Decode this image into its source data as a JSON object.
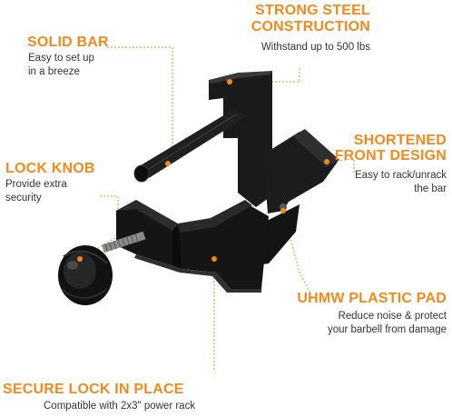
{
  "colors": {
    "accent": "#f08a1c",
    "text": "#333333",
    "metal": "#161616",
    "background": "#ffffff"
  },
  "callouts": {
    "solid_bar": {
      "title": "SOLID BAR",
      "desc": [
        "Easy to set up",
        "in a breeze"
      ]
    },
    "strong_steel": {
      "title": [
        "STRONG STEEL",
        "CONSTRUCTION"
      ],
      "desc": "Withstand up to 500 lbs"
    },
    "lock_knob": {
      "title": "LOCK KNOB",
      "desc": [
        "Provide extra",
        "security"
      ]
    },
    "shortened_front": {
      "title": [
        "SHORTENED",
        "FRONT DESIGN"
      ],
      "desc": [
        "Easy to rack/unrack",
        "the bar"
      ]
    },
    "uhmw_pad": {
      "title": "UHMW PLASTIC PAD",
      "desc": [
        "Reduce noise & protect",
        "your barbell from damage"
      ]
    },
    "secure_lock": {
      "title": "SECURE LOCK IN PLACE",
      "desc": "Compatible with 2x3\" power rack"
    }
  }
}
